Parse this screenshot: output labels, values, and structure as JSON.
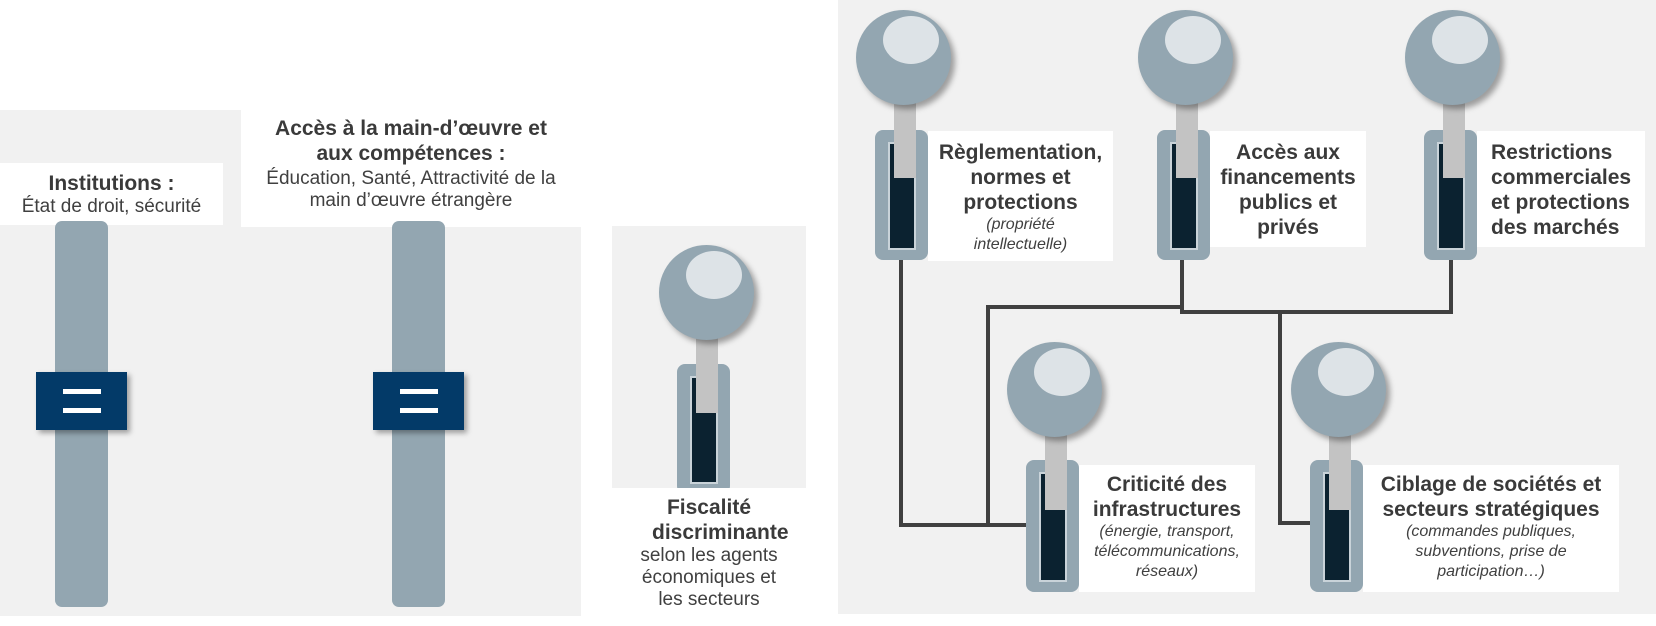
{
  "colors": {
    "panel_bg": "#f1f1f1",
    "slider_track": "#93a6b1",
    "slider_thumb": "#033a68",
    "joystick_slot": "#0b2230",
    "wire": "#404040"
  },
  "levers": {
    "institutions": {
      "title": "Institutions :",
      "subtitle": "État de droit, sécurité",
      "icon": "equals-icon"
    },
    "labour": {
      "title": "Accès à la main-d’œuvre et aux compétences :",
      "subtitle": "Éducation, Santé, Attractivité de la main d’œuvre étrangère",
      "icon": "equals-icon"
    },
    "taxation": {
      "title": "Fiscalité discriminante",
      "subtitle": "selon les agents économiques et les secteurs"
    },
    "regulation": {
      "title": "Règlementation, normes et protections",
      "note": "(propriété intellectuelle)"
    },
    "financing": {
      "title": "Accès aux financements publics et privés"
    },
    "trade": {
      "title": "Restrictions commerciales et protections des marchés"
    },
    "infrastructure": {
      "title": "Criticité des infrastructures",
      "note": "(énergie, transport, télécommunications, réseaux)"
    },
    "strategic": {
      "title": "Ciblage de sociétés et secteurs stratégiques",
      "note": "(commandes publiques, subventions, prise de participation…)"
    }
  }
}
